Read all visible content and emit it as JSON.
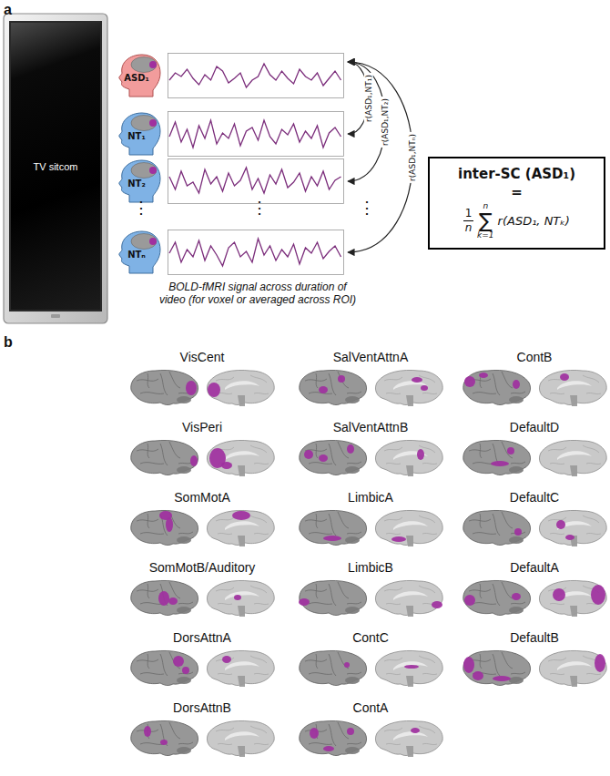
{
  "diagram": {
    "nodes": [
      {
        "text": [
          "TV sitcom"
        ]
      },
      {
        "text": [
          "ASD₁"
        ]
      },
      {
        "text": [
          "NT₁"
        ]
      },
      {
        "text": [
          "NT₂"
        ]
      },
      {
        "text": [
          "NTₙ"
        ]
      },
      {
        "text": [
          "inter-SC (ASD₁)",
          "=",
          "1",
          "n",
          "n",
          "∑",
          "k=1",
          "r(ASD₁, NTₖ)"
        ]
      }
    ],
    "edges": [
      {
        "from": 1,
        "to": 2,
        "arrow": "both",
        "label": "r(ASD₁,NT₁)"
      },
      {
        "from": 1,
        "to": 3,
        "arrow": "both",
        "label": "r(ASD₁,NT₂)"
      },
      {
        "from": 1,
        "to": 4,
        "arrow": "both",
        "label": "r(ASD₁,NTₙ)"
      }
    ],
    "labels": [
      "a",
      "⋮",
      "⋮",
      "⋮",
      "BOLD-fMRI signal across duration of video (for voxel or averaged across ROI)",
      "b",
      "VisCent",
      "VisPeri",
      "SomMotA",
      "SomMotB/Auditory",
      "DorsAttnA",
      "DorsAttnB",
      "SalVentAttnA",
      "SalVentAttnB",
      "LimbicA",
      "LimbicB",
      "ContC",
      "ContA",
      "ContB",
      "DefaultD",
      "DefaultC",
      "DefaultA",
      "DefaultB"
    ]
  }
}
